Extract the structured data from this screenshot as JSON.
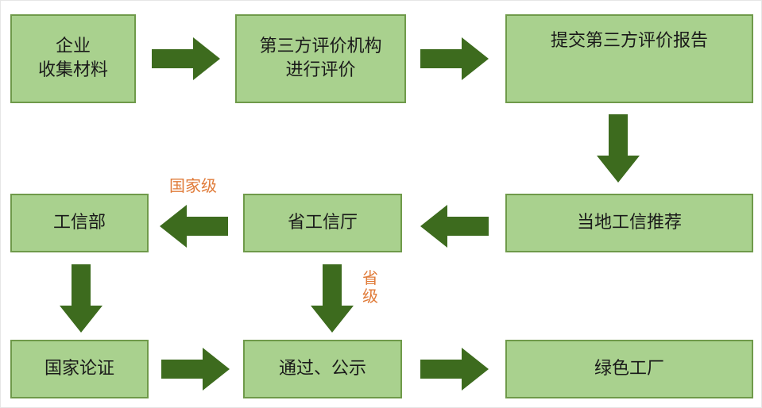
{
  "colors": {
    "box_fill": "#a9d18e",
    "box_border": "#6f9a4a",
    "arrow": "#3d6b1e",
    "label": "#e07b39"
  },
  "nodes": {
    "collect": "企业\n收集材料",
    "evaluate": "第三方评价机构\n进行评价",
    "submit": "提交第三方评价报告",
    "local": "当地工信推荐",
    "province": "省工信厅",
    "miit": "工信部",
    "national_cert": "国家论证",
    "publicity": "通过、公示",
    "green_factory": "绿色工厂"
  },
  "labels": {
    "national_level": "国家级",
    "provincial_level": "省\n级"
  }
}
